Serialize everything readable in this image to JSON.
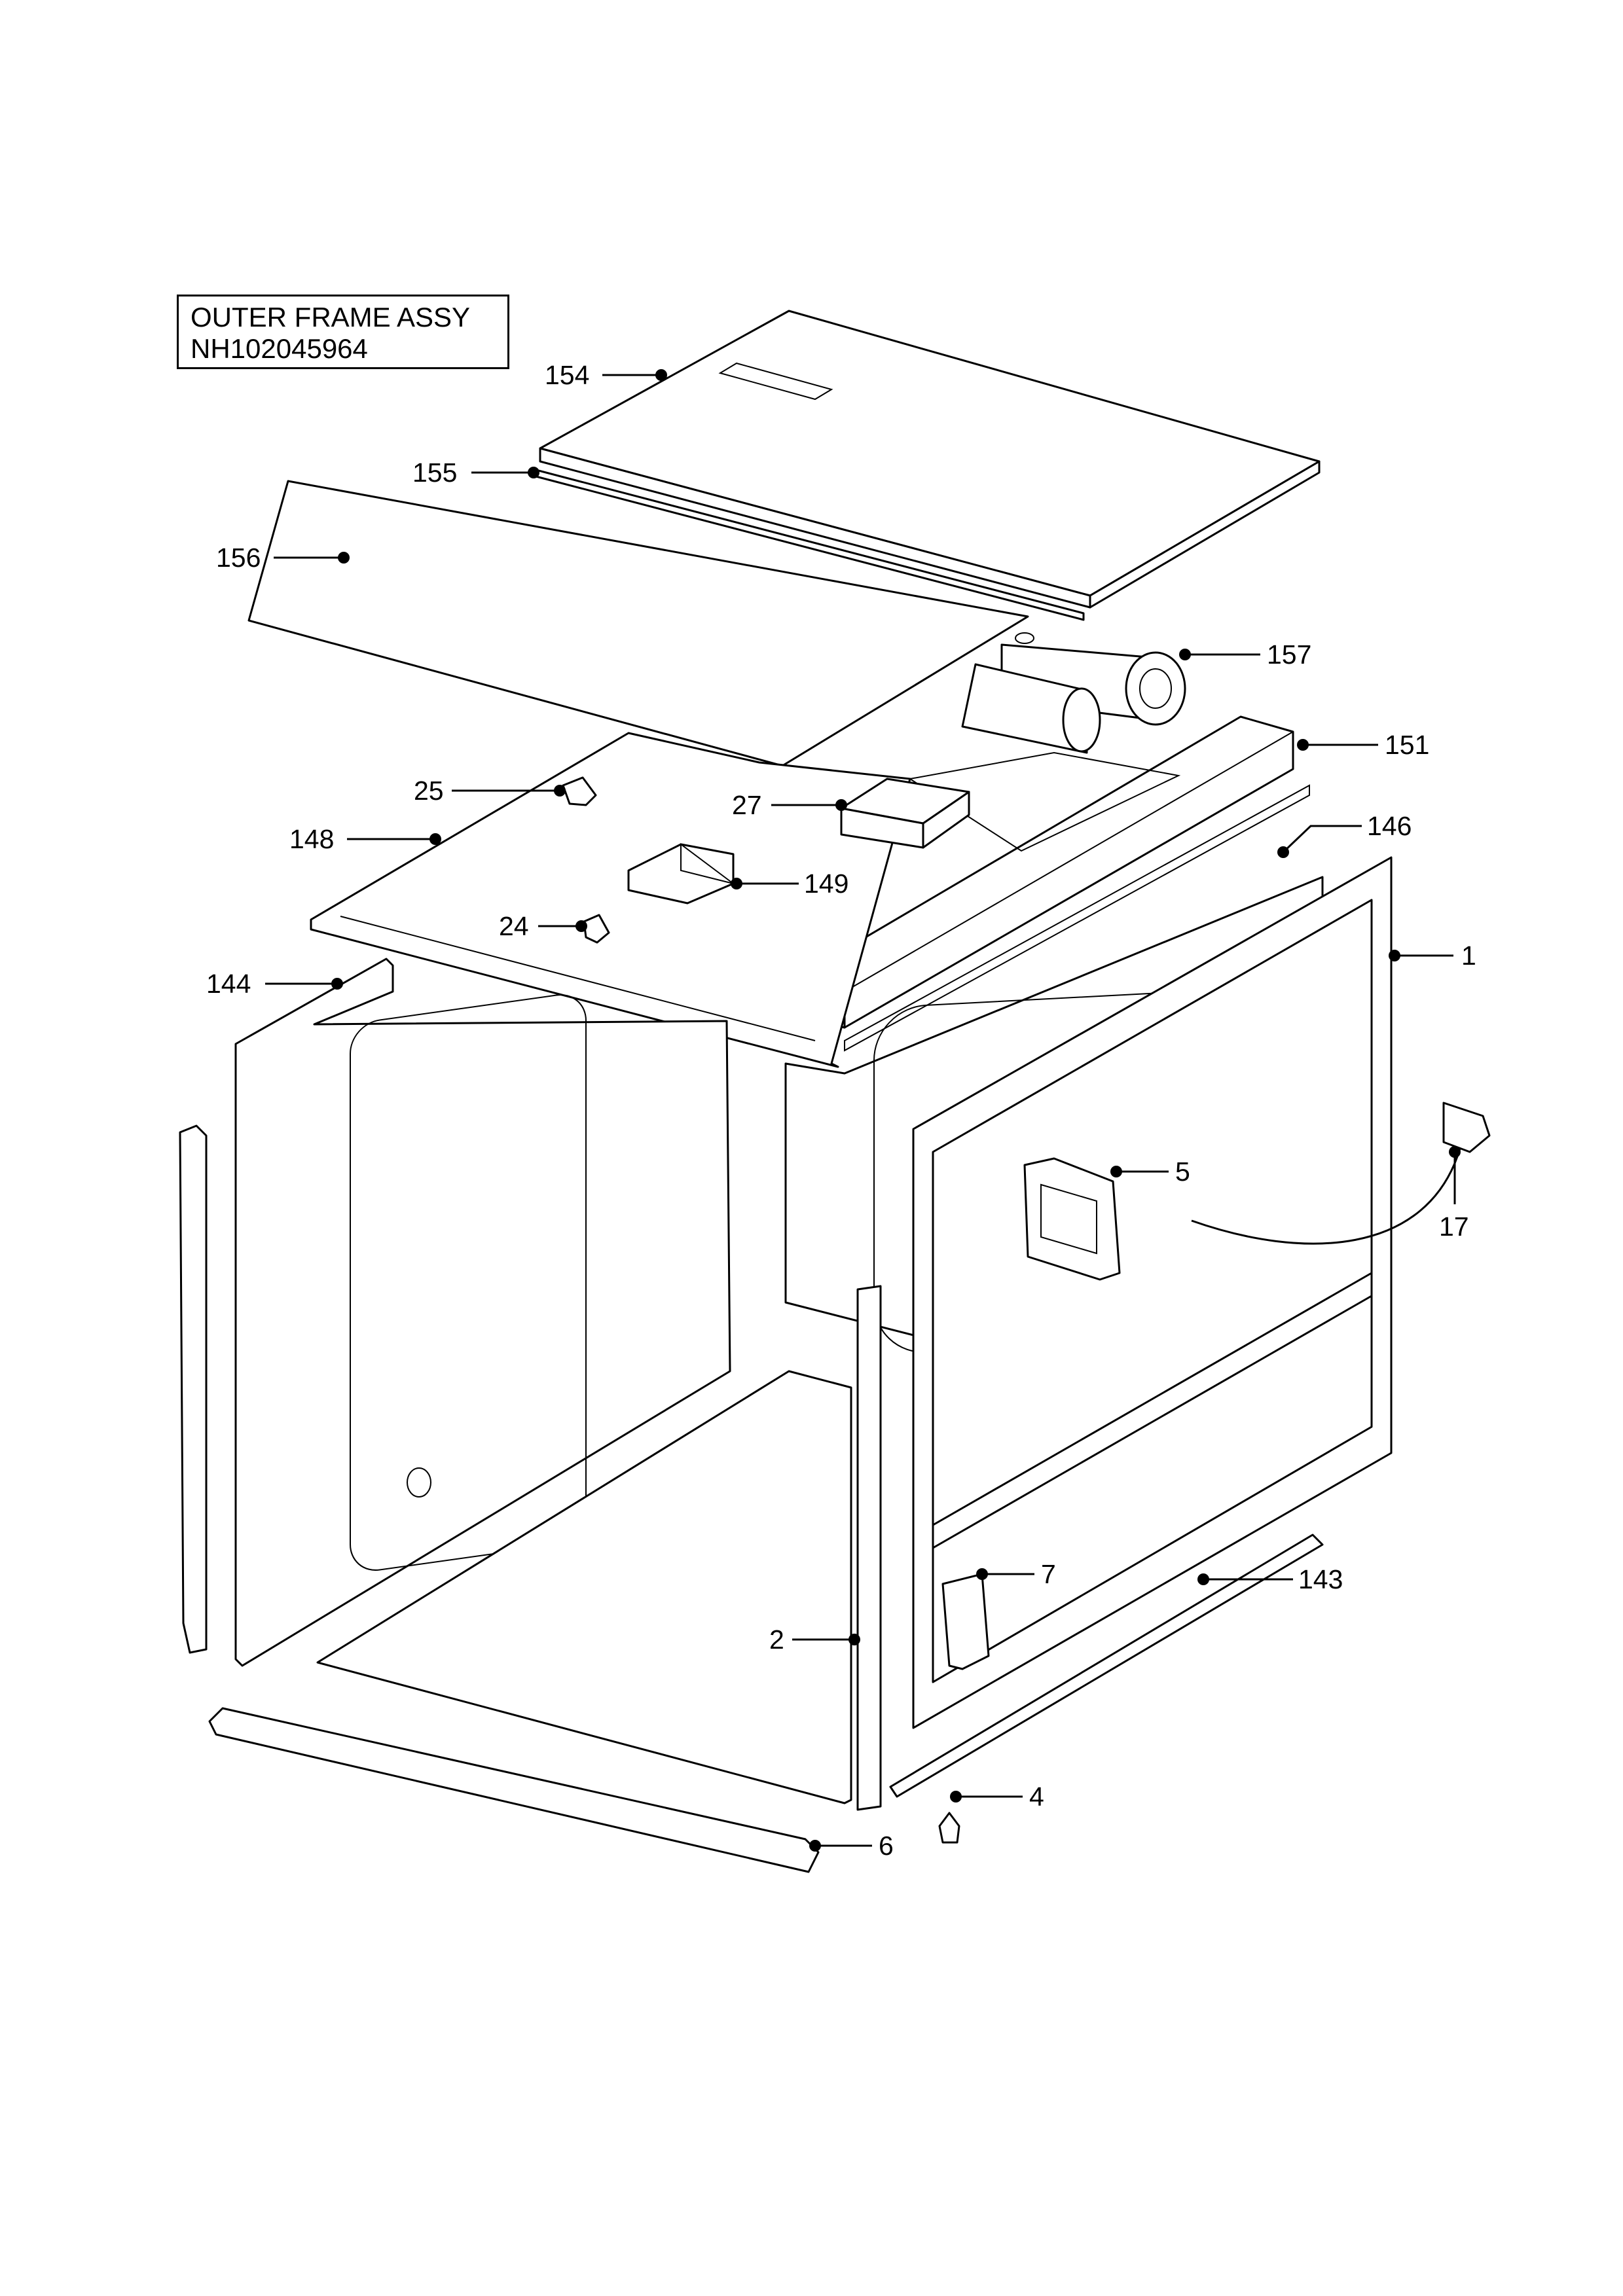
{
  "title": {
    "line1": "OUTER FRAME ASSY",
    "line2": "NH102045964"
  },
  "callouts": [
    {
      "id": "c154",
      "label": "154"
    },
    {
      "id": "c155",
      "label": "155"
    },
    {
      "id": "c156",
      "label": "156"
    },
    {
      "id": "c157",
      "label": "157"
    },
    {
      "id": "c151",
      "label": "151"
    },
    {
      "id": "c25",
      "label": "25"
    },
    {
      "id": "c27",
      "label": "27"
    },
    {
      "id": "c146",
      "label": "146"
    },
    {
      "id": "c148",
      "label": "148"
    },
    {
      "id": "c149",
      "label": "149"
    },
    {
      "id": "c24",
      "label": "24"
    },
    {
      "id": "c1",
      "label": "1"
    },
    {
      "id": "c144",
      "label": "144"
    },
    {
      "id": "c5",
      "label": "5"
    },
    {
      "id": "c17",
      "label": "17"
    },
    {
      "id": "c7",
      "label": "7"
    },
    {
      "id": "c143",
      "label": "143"
    },
    {
      "id": "c2",
      "label": "2"
    },
    {
      "id": "c4",
      "label": "4"
    },
    {
      "id": "c6",
      "label": "6"
    }
  ]
}
